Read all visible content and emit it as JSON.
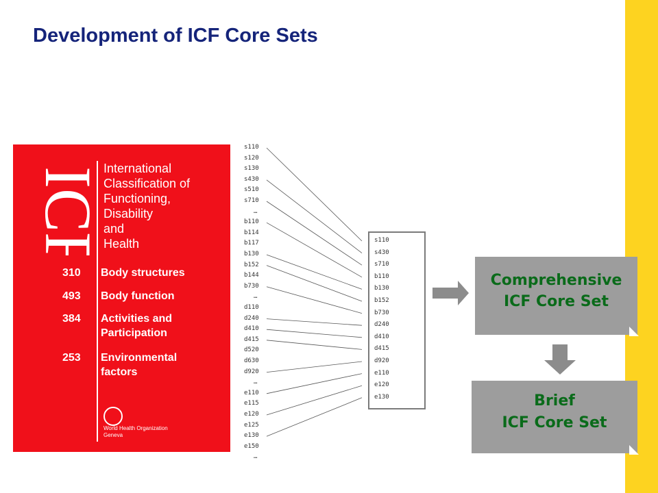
{
  "title": "Development of ICF Core Sets",
  "cover": {
    "logo_text": "ICF",
    "title_lines": [
      "International",
      "Classification of",
      "Functioning,",
      "Disability",
      "and",
      "Health"
    ],
    "stats": [
      {
        "count": "310",
        "label": "Body structures"
      },
      {
        "count": "493",
        "label": "Body function"
      },
      {
        "count": "384",
        "label": "Activities and Participation"
      },
      {
        "count": "253",
        "label": "Environmental factors"
      }
    ],
    "org_lines": [
      "World Health Organization",
      "Geneva"
    ]
  },
  "all_codes": [
    "s110",
    "s120",
    "s130",
    "s430",
    "s510",
    "s710",
    "…",
    "b110",
    "b114",
    "b117",
    "b130",
    "b152",
    "b144",
    "b730",
    "…",
    "d110",
    "d240",
    "d410",
    "d415",
    "d520",
    "d630",
    "d920",
    "…",
    "e110",
    "e115",
    "e120",
    "e125",
    "e130",
    "e150",
    "…"
  ],
  "selected_codes": [
    "s110",
    "s430",
    "s710",
    "b110",
    "b130",
    "b152",
    "b730",
    "d240",
    "d410",
    "d415",
    "d920",
    "e110",
    "e120",
    "e130"
  ],
  "comprehensive": {
    "line1": "Comprehensive",
    "line2": "ICF Core Set"
  },
  "brief": {
    "line1": "Brief",
    "line2": "ICF Core Set"
  },
  "colors": {
    "title": "#15247a",
    "cover": "#f0101a",
    "stripe": "#fdd320",
    "box": "#9d9d9d",
    "box_text": "#0a6b1a"
  }
}
